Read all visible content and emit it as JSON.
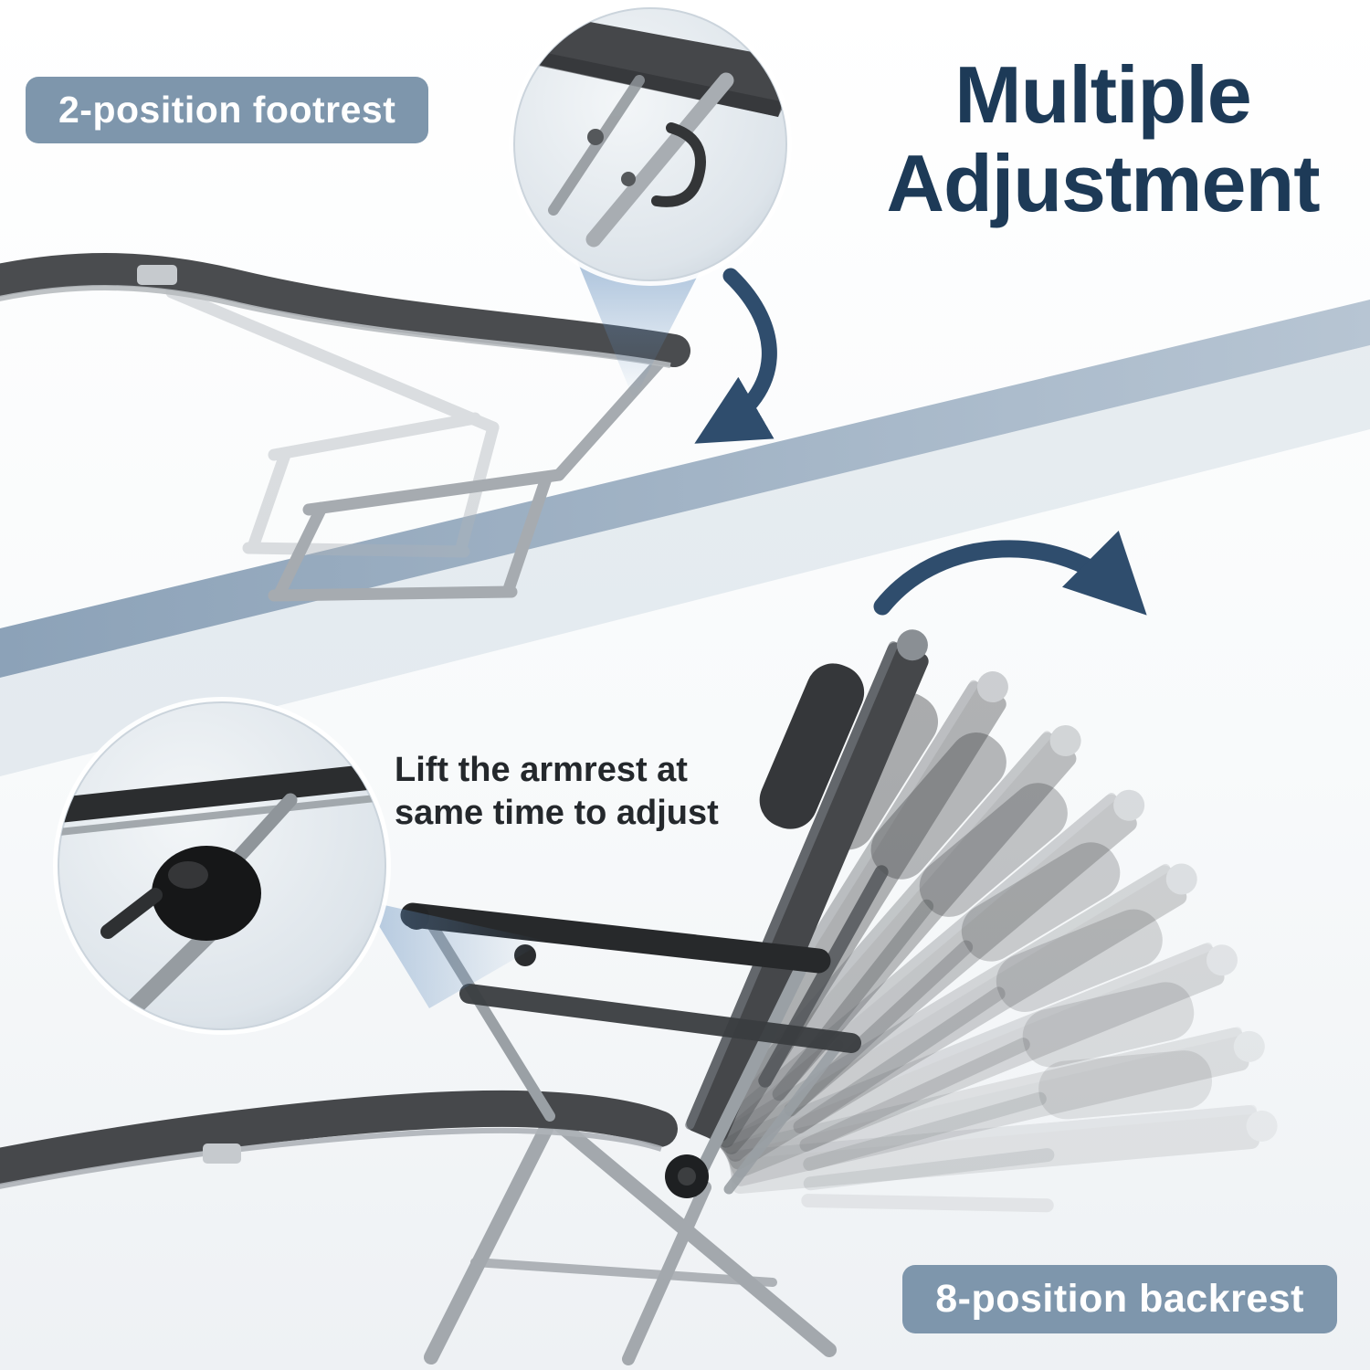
{
  "badges": {
    "footrest_label": "2-position footrest",
    "backrest_label": "8-position backrest"
  },
  "title": {
    "line1": "Multiple",
    "line2": "Adjustment"
  },
  "note": {
    "line1": "Lift the armrest at",
    "line2": "same time to adjust"
  },
  "illustrations": {
    "flat_lounger": "chaise lounge laid flat showing solid and ghosted footrest positions",
    "footrest_inset": "magnified circle detail of footrest locking hook mechanism",
    "reclined_chair": "chaise lounge reclined with headrest pillow and ghosted fan of backrest positions",
    "armrest_inset": "magnified circle detail of armrest pivot knob"
  },
  "icons": {
    "footrest_arrow": "curved-arrow-down",
    "backrest_arrow": "curved-arrow-right-down"
  },
  "colors": {
    "badge_bg": "#7E96AC",
    "title_text": "#1D3A57",
    "arrow": "#2F4D6D",
    "band": "#8FA5BA",
    "chair_fabric": "#46484B",
    "frame_silver": "#A6ABB0",
    "background": "#FFFFFF"
  }
}
